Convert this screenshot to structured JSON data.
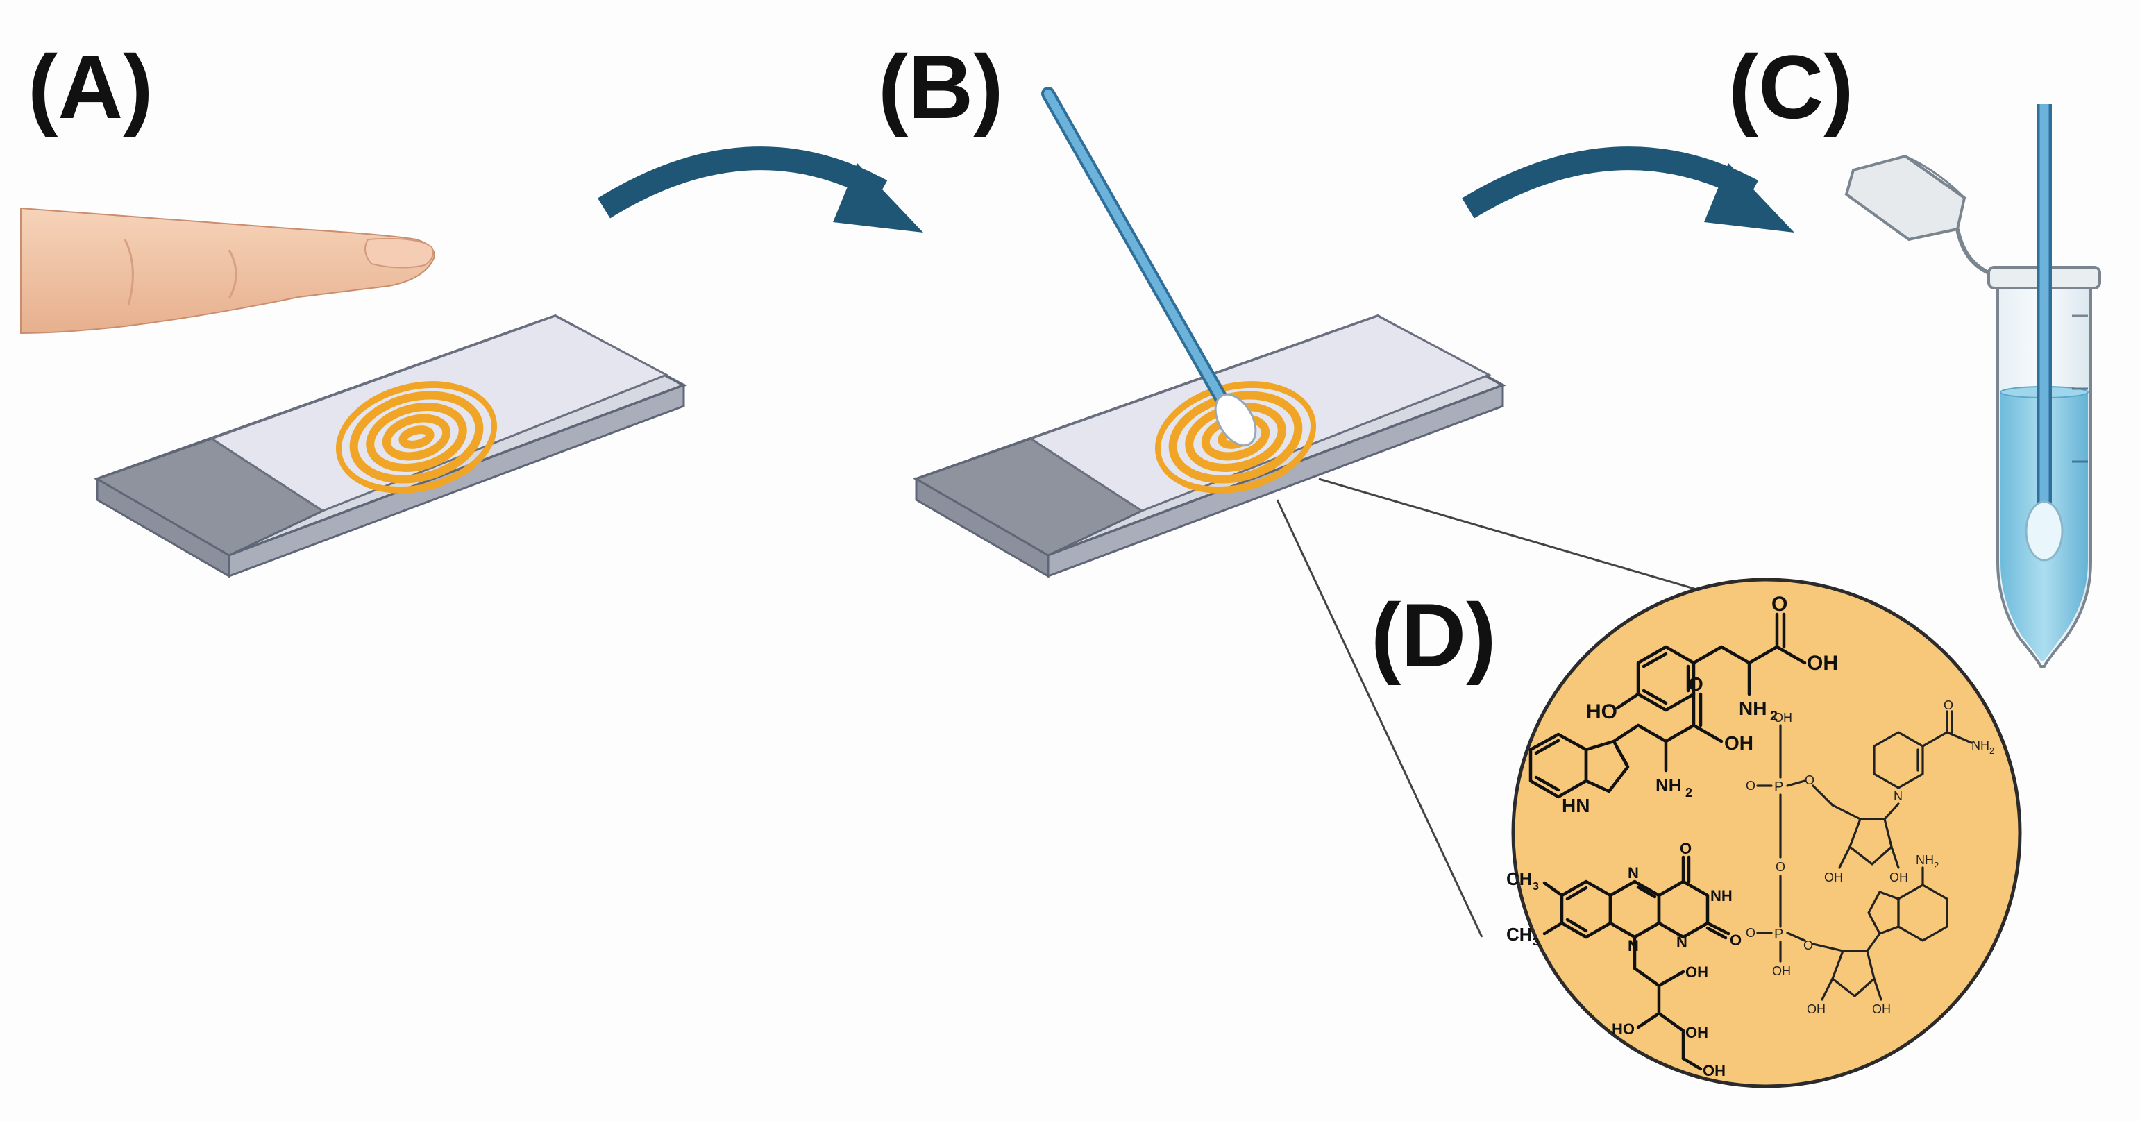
{
  "labels": {
    "a": "(A)",
    "b": "(B)",
    "c": "(C)",
    "d": "(D)"
  },
  "molecules": {
    "tyrosine": {
      "oh": "OH",
      "ho": "HO",
      "o": "O",
      "nh2": "NH",
      "sub": "2"
    },
    "tryptophan": {
      "oh": "OH",
      "o": "O",
      "hn": "HN",
      "nh2": "NH",
      "sub": "2"
    },
    "flavin": {
      "ch3_top": "CH",
      "ch3_top_sub": "3",
      "ch3_bot": "CH",
      "ch3_bot_sub": "3",
      "o_top": "O",
      "nh": "NH",
      "o_right": "O",
      "n_top": "N",
      "n_mid": "N",
      "n_left": "N",
      "oh1": "OH",
      "oh2": "OH",
      "oh3": "HO",
      "oh4": "OH"
    },
    "nad": {
      "oh_top": "OH",
      "p_top": "P",
      "o_dbl_top": "O",
      "o_link_top": "O",
      "o_link_mid": "O",
      "p_bot": "P",
      "o_dbl_bot": "O",
      "oh_bot": "OH",
      "o_link_bot": "O",
      "n_ring": "N",
      "o_amide": "O",
      "nh2_amide": "NH",
      "nh2_amide_sub": "2",
      "oh_r1a": "OH",
      "oh_r1b": "OH",
      "nh2_aden": "NH",
      "nh2_aden_sub": "2",
      "oh_r2a": "OH",
      "oh_r2b": "OH"
    }
  },
  "colors": {
    "arrow": "#1f5676",
    "fingerprint": "#f0a526",
    "circle_fill": "#f7c87a",
    "skin": "#f2c5a6",
    "swab_stick": "#5aa5d1",
    "tube_liquid": "#7cc4e0",
    "slide_frost": "#8e939e"
  }
}
